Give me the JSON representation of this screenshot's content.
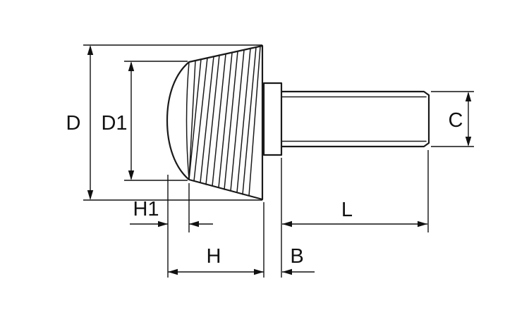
{
  "diagram": {
    "subject": "knurled-thumb-screw-dimension-drawing",
    "labels": {
      "d": "D",
      "d1": "D1",
      "c": "C",
      "h1": "H1",
      "h": "H",
      "b": "B",
      "l": "L"
    },
    "colors": {
      "line": "#1a1a1a",
      "background": "#ffffff"
    }
  }
}
